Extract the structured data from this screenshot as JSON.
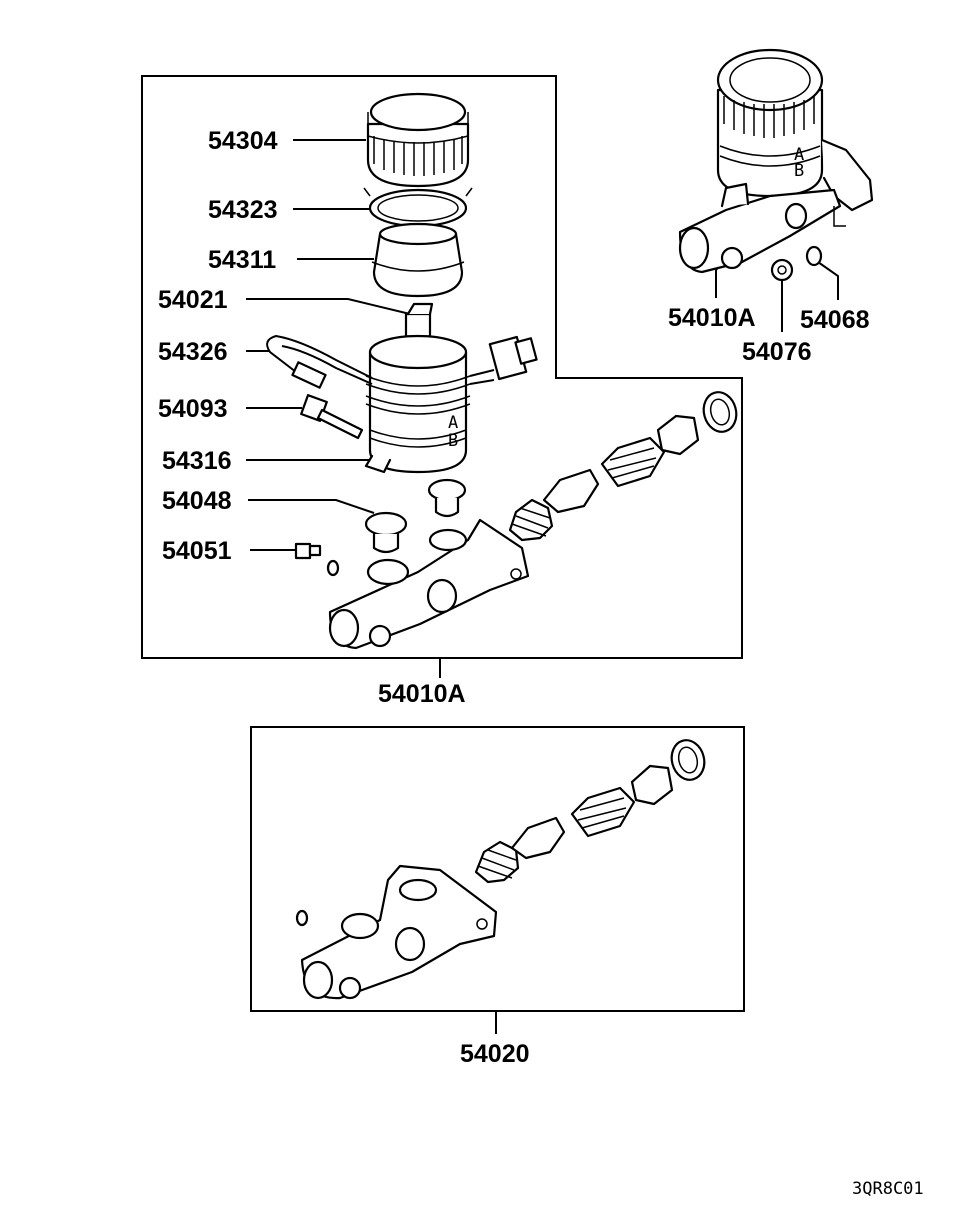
{
  "labels": {
    "cap": "54304",
    "gasket": "54323",
    "strainer": "54311",
    "float_switch": "54021",
    "harness": "54326",
    "bolt": "54093",
    "reservoir": "54316",
    "grommet": "54048",
    "bleeder": "54051",
    "assembly_bottom": "54010A",
    "assembly_top": "54010A",
    "nut": "54076",
    "washer": "54068",
    "master_cylinder": "54020"
  },
  "reference_code": "3QR8C01"
}
